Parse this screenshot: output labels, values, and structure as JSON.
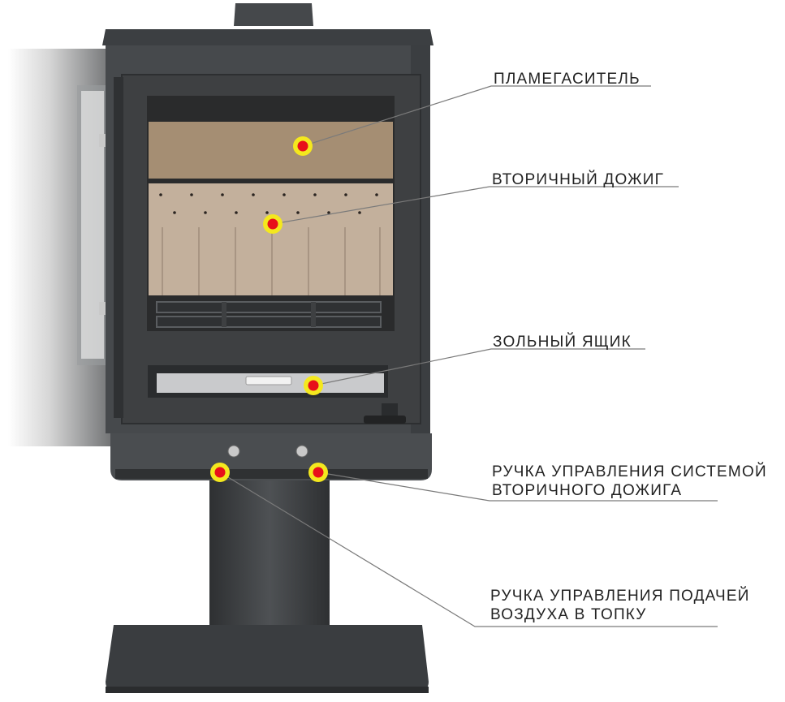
{
  "colors": {
    "marker_fill": "#e8101a",
    "marker_ring": "#f4e81e",
    "stove_dark": "#3e4042",
    "stove_mid": "#4c4f52",
    "leader_line": "#7a7a7a",
    "text": "#222222"
  },
  "callouts": [
    {
      "id": "flame-deflector",
      "lines": [
        "ПЛАМЕГАСИТЕЛЬ"
      ]
    },
    {
      "id": "secondary-burn",
      "lines": [
        "ВТОРИЧНЫЙ ДОЖИГ"
      ]
    },
    {
      "id": "ash-drawer",
      "lines": [
        "ЗОЛЬНЫЙ ЯЩИК"
      ]
    },
    {
      "id": "secondary-burn-handle",
      "lines": [
        "РУЧКА УПРАВЛЕНИЯ СИСТЕМОЙ",
        "ВТОРИЧНОГО ДОЖИГА"
      ]
    },
    {
      "id": "air-supply-handle",
      "lines": [
        "РУЧКА УПРАВЛЕНИЯ ПОДАЧЕЙ",
        "ВОЗДУХА В ТОПКУ"
      ]
    }
  ]
}
